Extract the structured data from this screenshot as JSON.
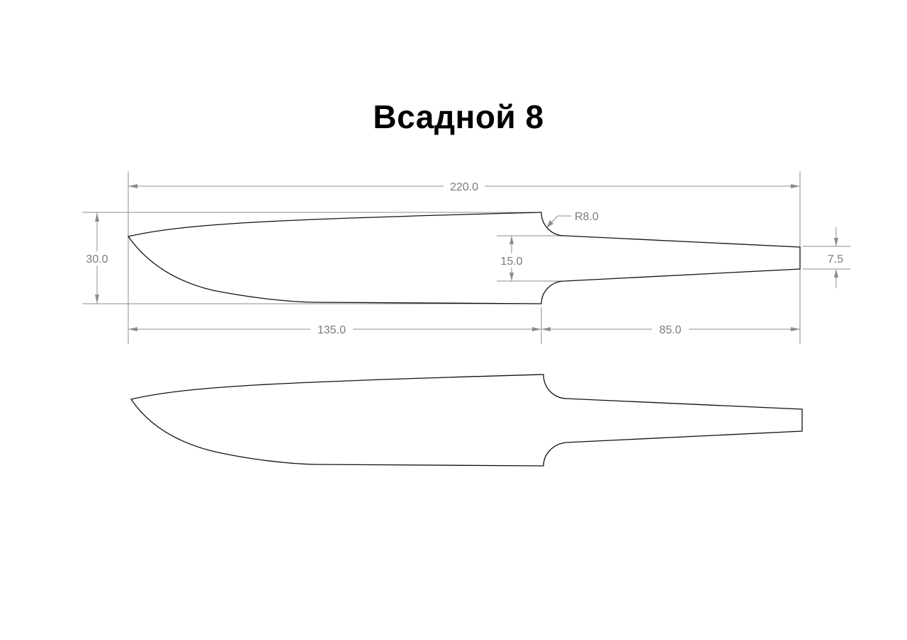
{
  "title": "Всадной 8",
  "dimensions": {
    "overall_length": "220.0",
    "blade_height": "30.0",
    "tang_root_width": "15.0",
    "tang_end_width": "7.5",
    "fillet_radius": "R8.0",
    "blade_length": "135.0",
    "tang_length": "85.0"
  },
  "colors": {
    "outline": "#111111",
    "dimension": "#8c8c8c"
  }
}
